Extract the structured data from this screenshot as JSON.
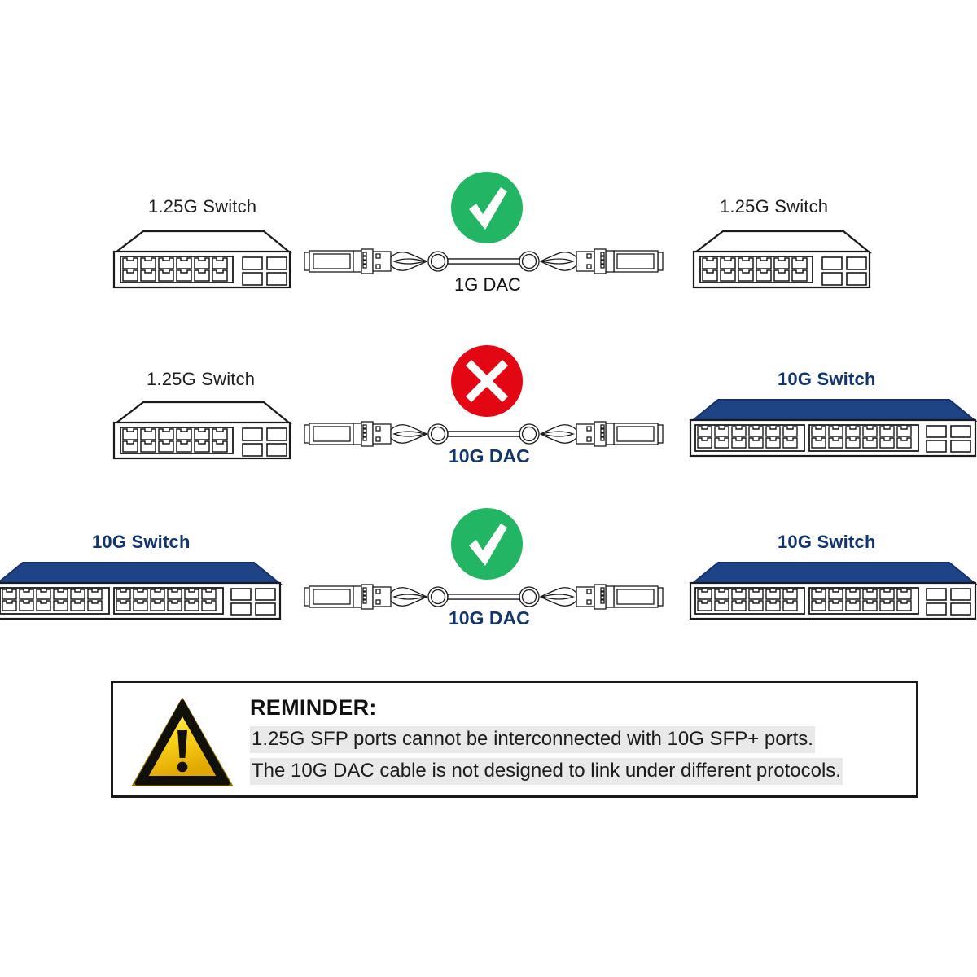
{
  "diagram": {
    "title_implicit": "DAC cable compatibility between 1.25G and 10G switches",
    "rows": [
      {
        "id": "row-1",
        "left_device": "1.25G Switch",
        "right_device": "1.25G Switch",
        "left_device_type": "1.25g",
        "right_device_type": "1.25g",
        "cable_label": "1G DAC",
        "cable_label_style": "black",
        "status": "ok",
        "status_icon": "green-check-circle-icon"
      },
      {
        "id": "row-2",
        "left_device": "1.25G Switch",
        "right_device": "10G Switch",
        "left_device_type": "1.25g",
        "right_device_type": "10g",
        "cable_label": "10G DAC",
        "cable_label_style": "blue",
        "status": "fail",
        "status_icon": "red-x-circle-icon"
      },
      {
        "id": "row-3",
        "left_device": "10G Switch",
        "right_device": "10G Switch",
        "left_device_type": "10g",
        "right_device_type": "10g",
        "cable_label": "10G DAC",
        "cable_label_style": "blue",
        "status": "ok",
        "status_icon": "green-check-circle-icon"
      }
    ]
  },
  "reminder": {
    "icon": "warning-triangle-icon",
    "title": "REMINDER:",
    "line1": "1.25G SFP ports cannot be interconnected with 10G SFP+ ports.",
    "line2": "The 10G DAC cable is not designed to link under different protocols."
  },
  "colors": {
    "background": "#ffffff",
    "switch_blue": "#1e4486",
    "switch_blue_dark": "#15306a",
    "label_blue": "#12356e",
    "ok_green": "#22b563",
    "fail_red": "#e30613",
    "outline": "#1a1a1a",
    "warning_yellow": "#f2c200",
    "warning_yellow_light": "#ffe14d",
    "highlight_gray": "#e9e9e9"
  }
}
